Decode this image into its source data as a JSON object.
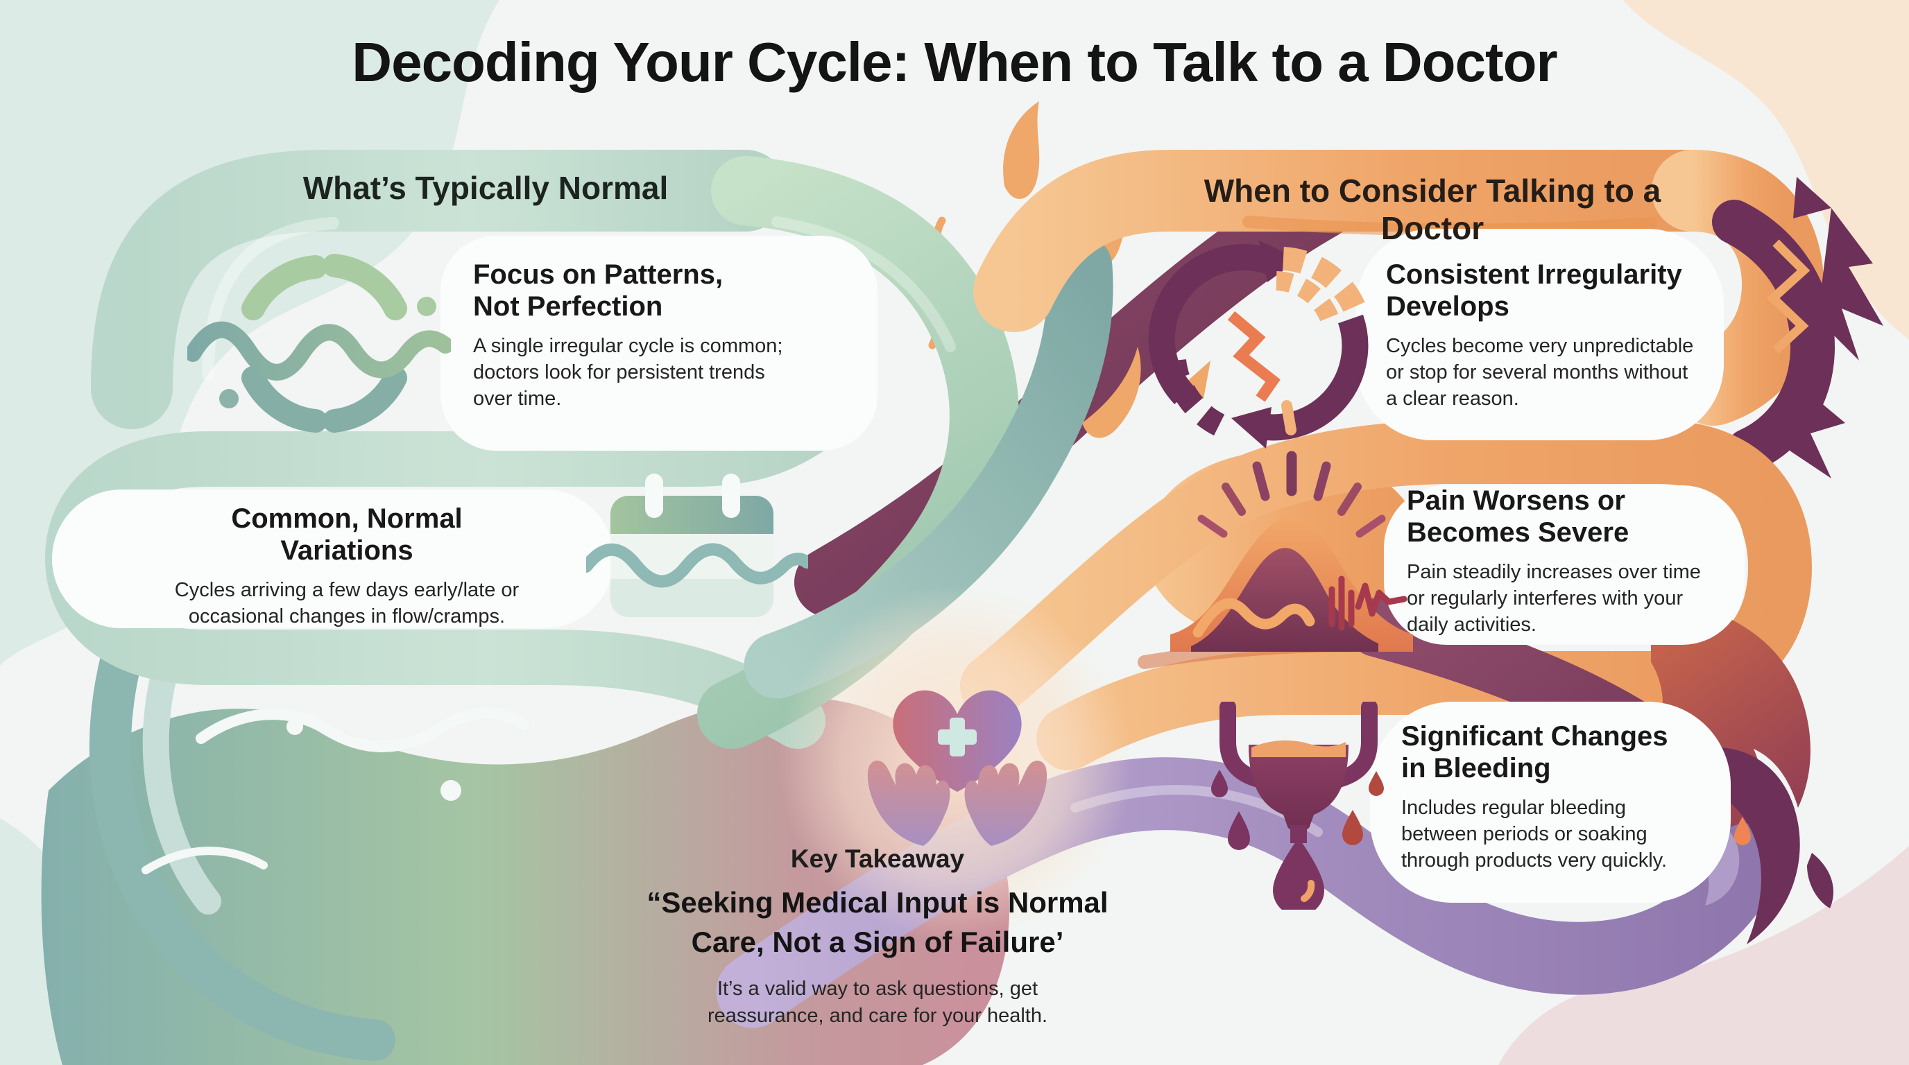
{
  "title": "Decoding Your Cycle: When to Talk to a Doctor",
  "colors": {
    "background": "#f2f5f3",
    "green_ribbon": "#a9cfb4",
    "teal_ribbon": "#84aea8",
    "orange_ribbon": "#efa468",
    "maroon_ribbon": "#7c3a5c",
    "purple_accent": "#6d3058",
    "lavender_ribbon": "#a78fc2",
    "rose_ribbon": "#c98f9b",
    "card_white": "#fbfdfc"
  },
  "left_section": {
    "header": "What’s Typically Normal",
    "items": [
      {
        "icon": "cycle-wave-icon",
        "heading": "Focus on Patterns,\nNot Perfection",
        "body": "A single irregular cycle is common;\ndoctors look for persistent trends\nover time."
      },
      {
        "icon": "calendar-wave-icon",
        "heading": "Common, Normal\nVariations",
        "body": "Cycles arriving a few days early/late or\noccasional changes in flow/cramps."
      }
    ]
  },
  "right_section": {
    "header": "When to Consider Talking to a Doctor",
    "items": [
      {
        "icon": "irregular-cycle-icon",
        "heading": "Consistent Irregularity\nDevelops",
        "body": "Cycles become very unpredictable\nor stop for several months without\na clear reason."
      },
      {
        "icon": "pain-spike-icon",
        "heading": "Pain Worsens or\nBecomes Severe",
        "body": "Pain steadily increases over time\nor regularly interferes with your\ndaily activities."
      },
      {
        "icon": "bleeding-drops-icon",
        "heading": "Significant Changes\nin Bleeding",
        "body": "Includes regular bleeding\nbetween periods or soaking\nthrough products very quickly."
      }
    ]
  },
  "takeaway": {
    "icon": "heart-hands-icon",
    "label": "Key Takeaway",
    "quote": "“Seeking Medical Input is Normal\nCare, Not a Sign of Failure’",
    "body": "It’s a valid way to ask questions, get\nreassurance, and care for your health."
  }
}
